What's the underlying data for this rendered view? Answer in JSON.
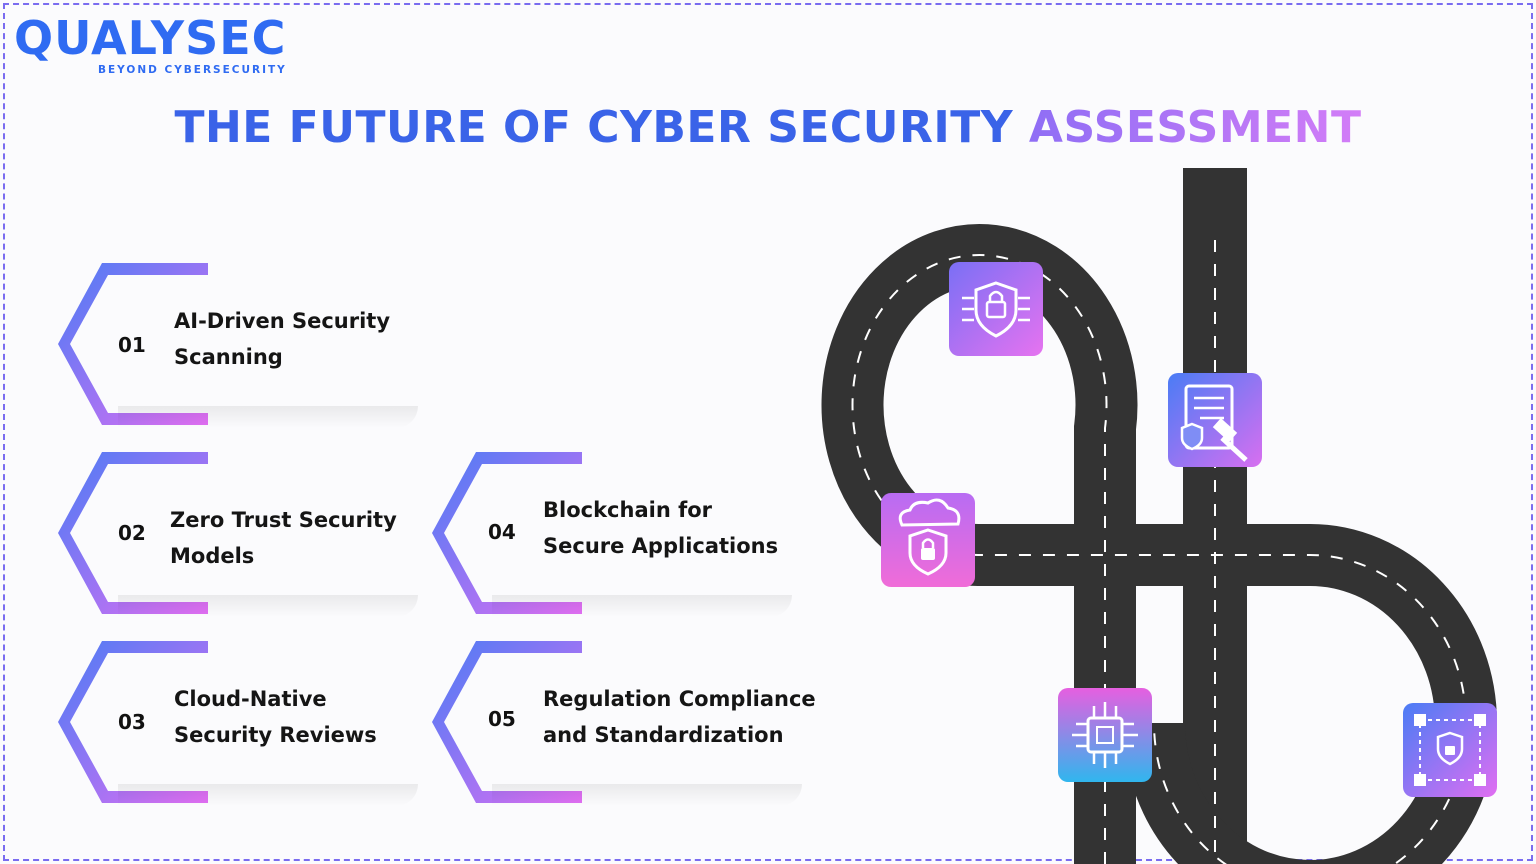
{
  "logo": {
    "wordmark": "QUALYSEC",
    "tagline": "BEYOND CYBERSECURITY"
  },
  "title": {
    "main": "THE FUTURE OF CYBER SECURITY",
    "highlight": "ASSESSMENT"
  },
  "items": [
    {
      "number": "01",
      "label": "AI-Driven Security\nScanning"
    },
    {
      "number": "02",
      "label": "Zero Trust Security\nModels"
    },
    {
      "number": "03",
      "label": "Cloud-Native\nSecurity Reviews"
    },
    {
      "number": "04",
      "label": "Blockchain for\nSecure Applications"
    },
    {
      "number": "05",
      "label": "Regulation Compliance\nand Standardization"
    }
  ],
  "roadmap_icons": [
    "shield-chip-icon",
    "legal-document-icon",
    "cloud-lock-icon",
    "processor-chip-icon",
    "blockchain-lock-icon"
  ],
  "colors": {
    "brand_blue": "#2f6bf2",
    "gradient_start": "#4a7cf5",
    "gradient_end": "#e16ef2",
    "road": "#333333"
  }
}
